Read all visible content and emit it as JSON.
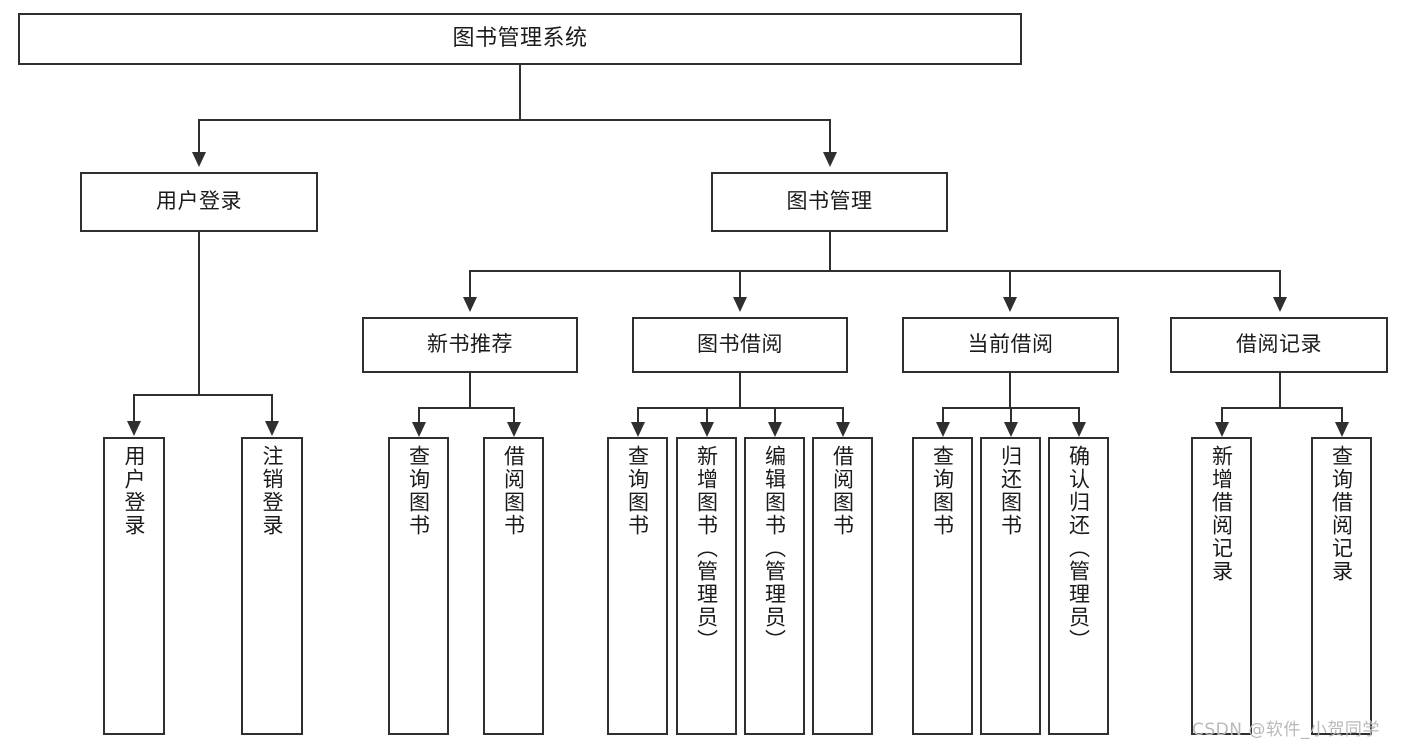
{
  "diagram": {
    "type": "tree-hierarchy",
    "title": "图书管理系统",
    "watermark": "CSDN @软件_小贺同学",
    "colors": {
      "box_border": "#2f2f2f",
      "box_fill": "#ffffff",
      "connector": "#2f2f2f",
      "text": "#1b1b1b",
      "watermark": "#b9b9b9",
      "background": "#ffffff"
    },
    "levels": {
      "root": "图书管理系统",
      "level2": [
        "用户登录",
        "图书管理"
      ],
      "level3": [
        "新书推荐",
        "图书借阅",
        "当前借阅",
        "借阅记录"
      ]
    },
    "nodes": {
      "root": {
        "label": "图书管理系统"
      },
      "user_login": {
        "label": "用户登录"
      },
      "book_manage": {
        "label": "图书管理"
      },
      "new_book_rec": {
        "label": "新书推荐"
      },
      "book_borrow": {
        "label": "图书借阅"
      },
      "current_borrow": {
        "label": "当前借阅"
      },
      "borrow_record": {
        "label": "借阅记录"
      },
      "leaf_user_login": {
        "label": "用户登录"
      },
      "leaf_user_logout": {
        "label": "注销登录"
      },
      "leaf_rec_query": {
        "label": "查询图书"
      },
      "leaf_rec_borrow": {
        "label": "借阅图书"
      },
      "leaf_borrow_query": {
        "label": "查询图书"
      },
      "leaf_borrow_add": {
        "label": "新增图书（管理员）"
      },
      "leaf_borrow_edit": {
        "label": "编辑图书（管理员）"
      },
      "leaf_borrow_lend": {
        "label": "借阅图书"
      },
      "leaf_cur_query": {
        "label": "查询图书"
      },
      "leaf_cur_return": {
        "label": "归还图书"
      },
      "leaf_cur_confirm": {
        "label": "确认归还（管理员）"
      },
      "leaf_rec_add": {
        "label": "新增借阅记录"
      },
      "leaf_rec_search": {
        "label": "查询借阅记录"
      }
    }
  }
}
